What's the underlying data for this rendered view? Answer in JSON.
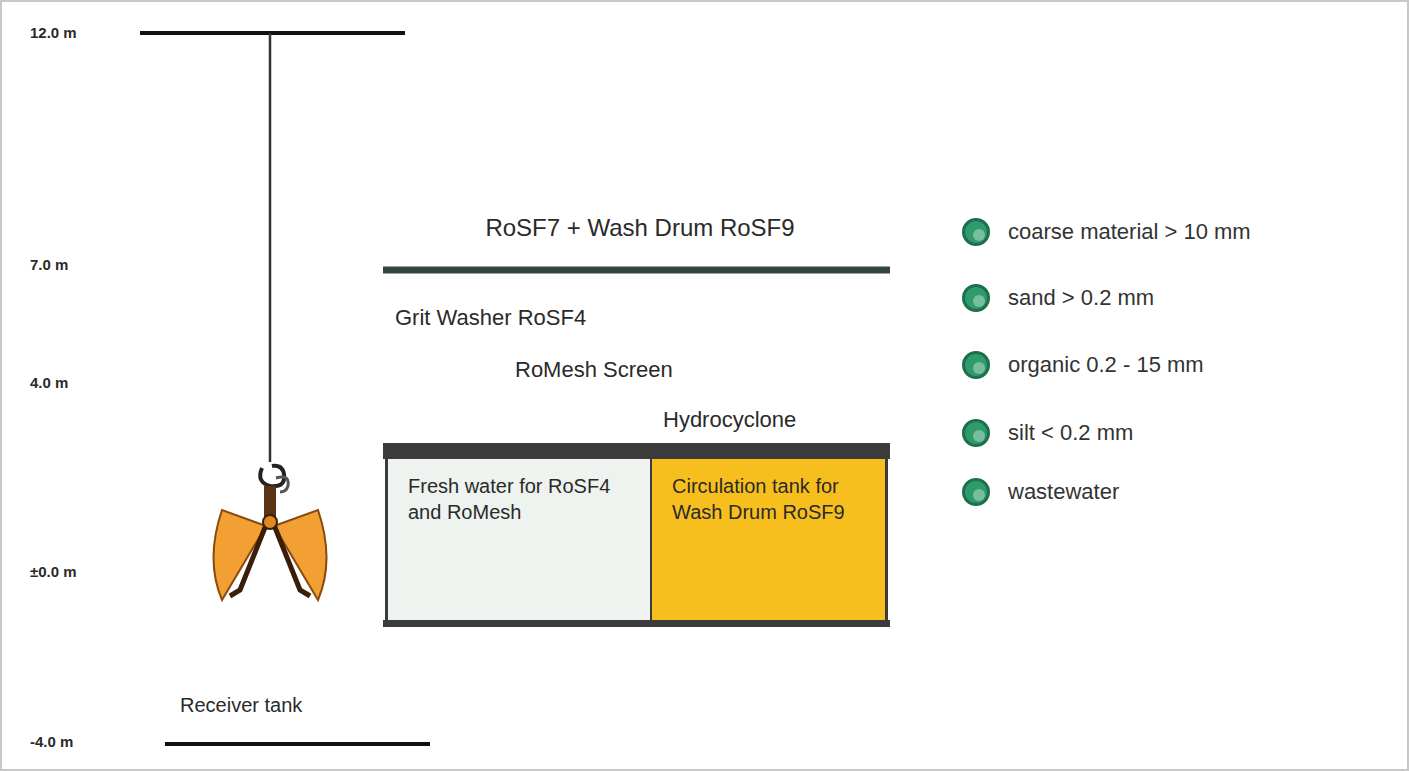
{
  "diagram": {
    "nodes": [
      {
        "text": [
          "Fresh water for RoSF4 and RoMesh"
        ]
      },
      {
        "text": [
          "Circulation tank for Wash Drum RoSF9"
        ]
      }
    ],
    "labels": [
      "12.0 m",
      "7.0 m",
      "4.0 m",
      "±0.0 m",
      "-4.0 m",
      "RoSF7 + Wash Drum RoSF9",
      "Grit Washer RoSF4",
      "RoMesh Screen",
      "Hydrocyclone",
      "Receiver tank"
    ],
    "legend": [
      {
        "text": "coarse material > 10 mm",
        "color": "#2f9a6c"
      },
      {
        "text": "sand > 0.2 mm",
        "color": "#2f9a6c"
      },
      {
        "text": "organic 0.2 - 15 mm",
        "color": "#2f9a6c"
      },
      {
        "text": "silt < 0.2 mm",
        "color": "#2f9a6c"
      },
      {
        "text": "wastewater",
        "color": "#2f9a6c"
      }
    ]
  }
}
